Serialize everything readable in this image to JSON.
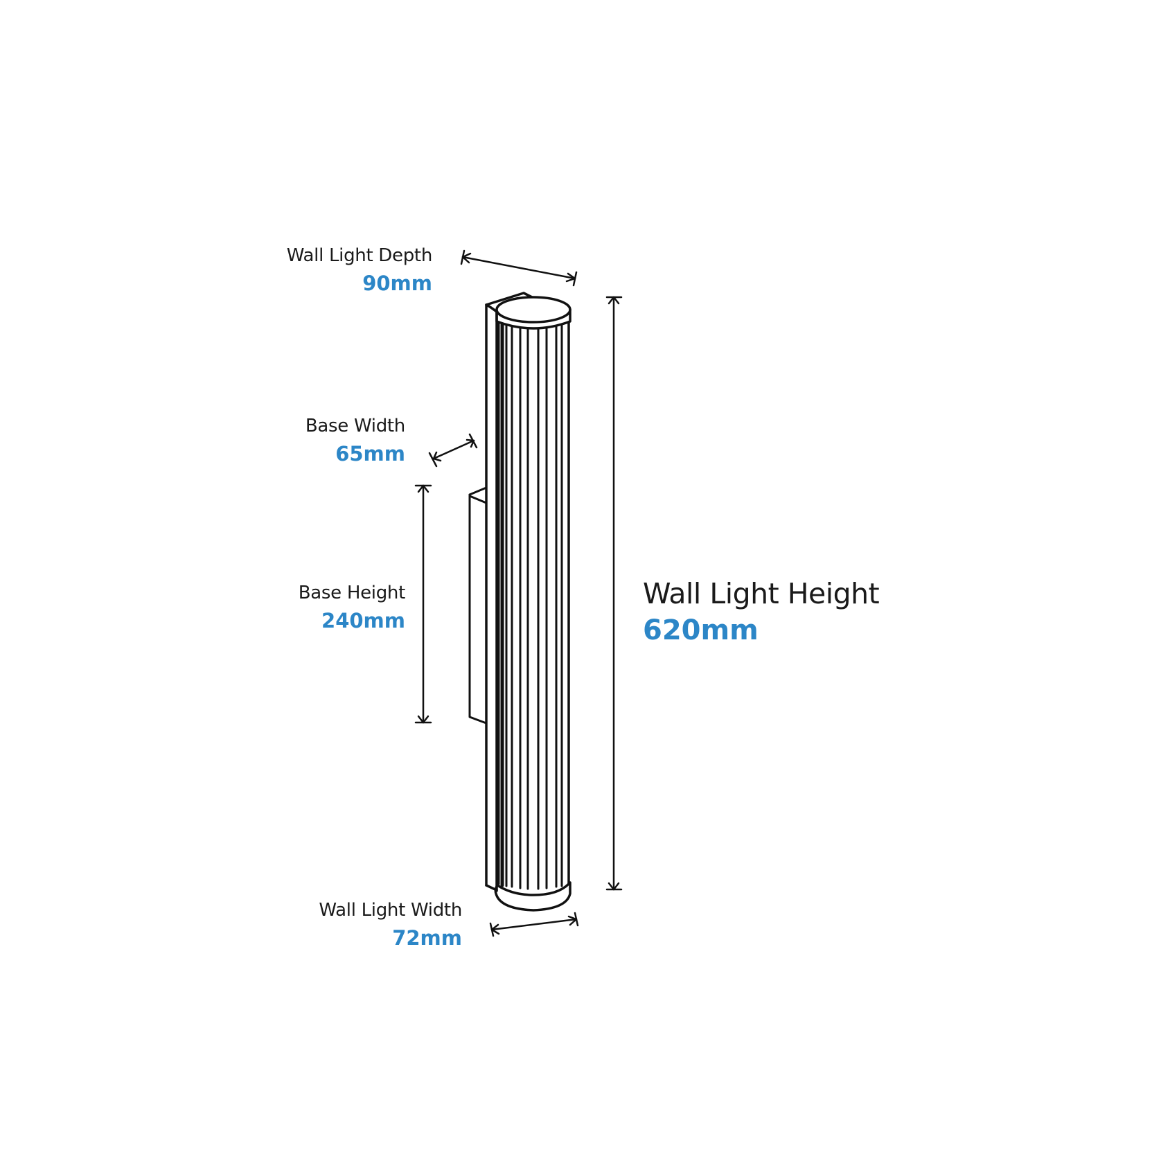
{
  "diagram": {
    "accent_color": "#2c86c7",
    "text_color": "#1a1a1a",
    "line_color": "#111111",
    "subject": "Fluted cylindrical wall light",
    "dimensions": {
      "depth": {
        "label": "Wall Light Depth",
        "value": "90mm"
      },
      "base_width": {
        "label": "Base Width",
        "value": "65mm"
      },
      "base_height": {
        "label": "Base Height",
        "value": "240mm"
      },
      "width": {
        "label": "Wall Light Width",
        "value": "72mm"
      },
      "height": {
        "label": "Wall Light Height",
        "value": "620mm"
      }
    }
  }
}
